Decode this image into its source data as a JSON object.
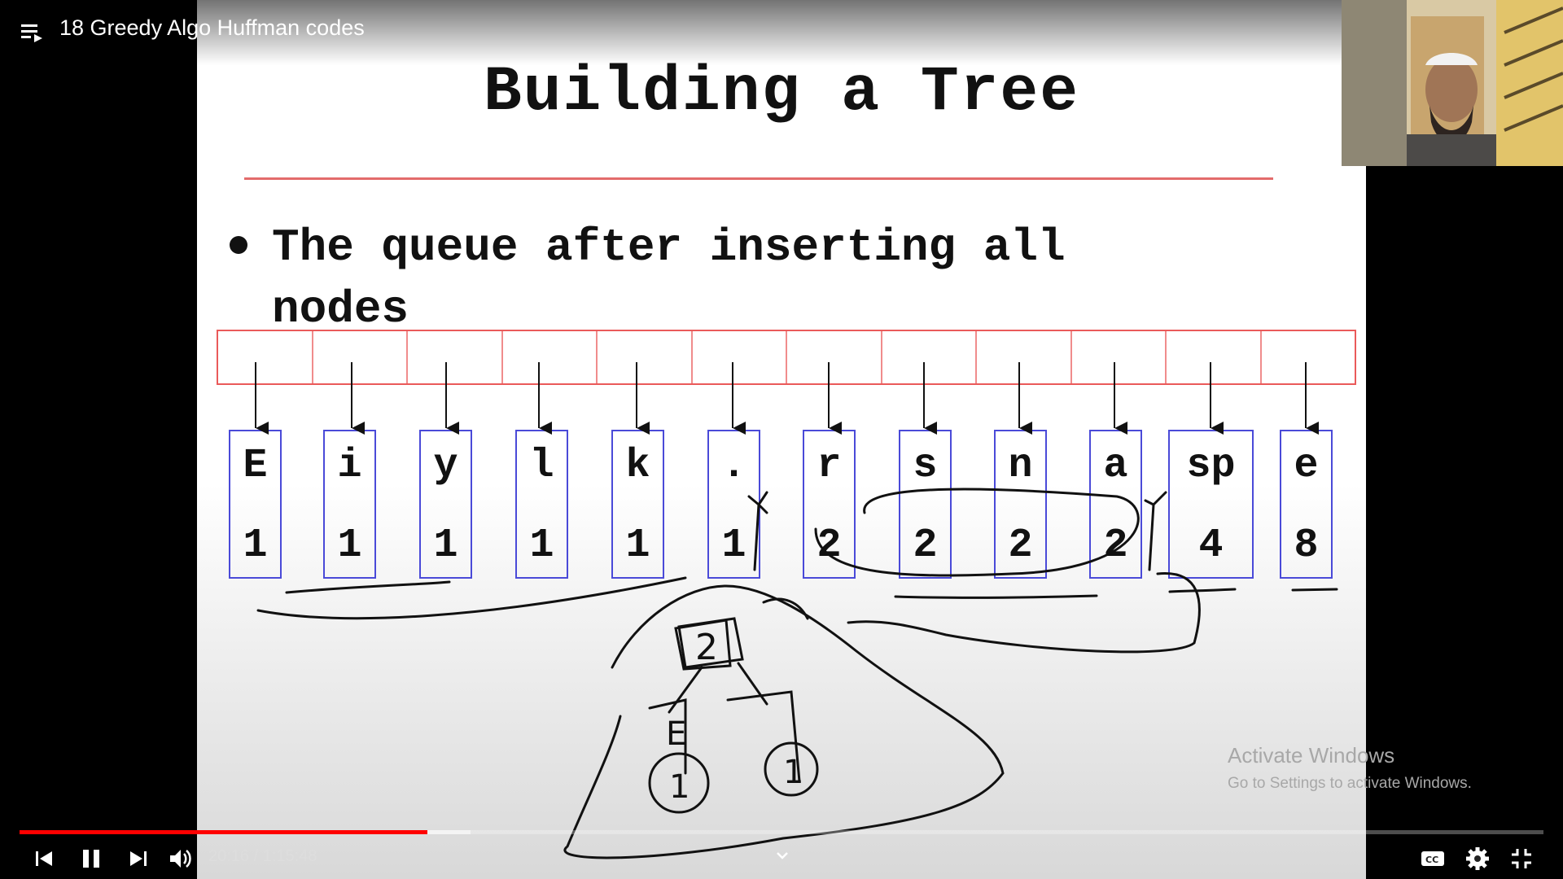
{
  "video": {
    "title": "18 Greedy Algo Huffman codes"
  },
  "slide": {
    "title": "Building a Tree",
    "bullet_line1": "The queue after inserting all",
    "bullet_line2": "nodes",
    "nodes": [
      {
        "char": "E",
        "freq": "1"
      },
      {
        "char": "i",
        "freq": "1"
      },
      {
        "char": "y",
        "freq": "1"
      },
      {
        "char": "l",
        "freq": "1"
      },
      {
        "char": "k",
        "freq": "1"
      },
      {
        "char": ".",
        "freq": "1"
      },
      {
        "char": "r",
        "freq": "2"
      },
      {
        "char": "s",
        "freq": "2"
      },
      {
        "char": "n",
        "freq": "2"
      },
      {
        "char": "a",
        "freq": "2"
      },
      {
        "char": "sp",
        "freq": "4"
      },
      {
        "char": "e",
        "freq": "8"
      }
    ],
    "annotation_sum": "2",
    "annotation_left_child": "E",
    "annotation_left_value": "1",
    "annotation_right_value": "1"
  },
  "watermark": {
    "line1": "Activate Windows",
    "line2": "Go to Settings to activate Windows."
  },
  "player": {
    "current_time": "20:16",
    "separator": " / ",
    "duration": "1:15:48",
    "played_fraction": 0.2676,
    "buffered_fraction": 0.296
  },
  "colors": {
    "progress": "#ff0000",
    "node_border": "#4a4ad8",
    "queue_border": "#ea5a5a"
  },
  "icons": [
    "playlist-icon",
    "watch-later-icon",
    "share-icon",
    "prev-icon",
    "pause-icon",
    "next-icon",
    "volume-icon",
    "chevron-down-icon",
    "captions-icon",
    "settings-icon",
    "exit-fullscreen-icon"
  ]
}
